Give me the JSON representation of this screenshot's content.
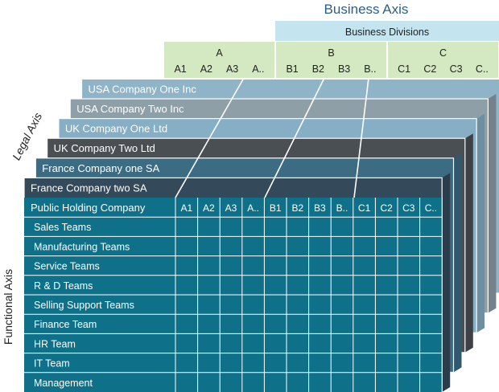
{
  "business_axis": {
    "title": "Business Axis",
    "divisions_label": "Business Divisions",
    "groups": [
      {
        "name": "A",
        "subs": [
          "A1",
          "A2",
          "A3",
          "A.."
        ]
      },
      {
        "name": "B",
        "subs": [
          "B1",
          "B2",
          "B3",
          "B.."
        ]
      },
      {
        "name": "C",
        "subs": [
          "C1",
          "C2",
          "C3",
          "C.."
        ]
      }
    ]
  },
  "legal_axis": {
    "title": "Legal Axis",
    "entities": [
      {
        "label": "USA Company One Inc",
        "color": "#8fb4c7"
      },
      {
        "label": "USA Company Two Inc",
        "color": "#8f9fa8"
      },
      {
        "label": "UK Company One Ltd",
        "color": "#86aec4"
      },
      {
        "label": "UK Company Two Ltd",
        "color": "#4a4f54"
      },
      {
        "label": "France Company one SA",
        "color": "#3c6b84"
      },
      {
        "label": "France Company two SA",
        "color": "#34495a"
      }
    ]
  },
  "front_grid": {
    "corner_label": "Public Holding Company",
    "columns": [
      "A1",
      "A2",
      "A3",
      "A..",
      "B1",
      "B2",
      "B3",
      "B..",
      "C1",
      "C2",
      "C3",
      "C.."
    ]
  },
  "functional_axis": {
    "title": "Functional Axis",
    "teams": [
      "Sales Teams",
      "Manufacturing Teams",
      "Service Teams",
      "R & D Teams",
      "Selling Support Teams",
      "Finance Team",
      "HR Team",
      "IT Team",
      "Management"
    ]
  },
  "colors": {
    "grid_teal": "#0f7189",
    "header_green": "#d4e8c2",
    "divisions_blue": "#c4e4ef",
    "axis_title_blue": "#2b5f86"
  }
}
